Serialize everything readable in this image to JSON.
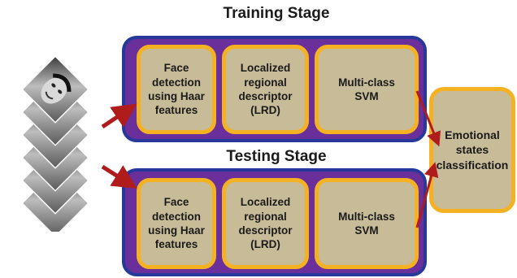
{
  "diagram": {
    "training_title": "Training Stage",
    "testing_title": "Testing Stage",
    "training_steps": [
      "Face\ndetection\nusing Haar\nfeatures",
      "Localized\nregional\ndescriptor\n(LRD)",
      "Multi-class\nSVM"
    ],
    "testing_steps": [
      "Face\ndetection\nusing Haar\nfeatures",
      "Localized\nregional\ndescriptor\n(LRD)",
      "Multi-class\nSVM"
    ],
    "result": "Emotional\nstates\nclassification"
  },
  "colors": {
    "stage_fill": "#6a2f9b",
    "stage_border": "#26399a",
    "step_fill": "#c8bb98",
    "step_border": "#f4b223",
    "arrow": "#b01c1c"
  },
  "icons": {
    "face_stack": "face-image-stack-icon",
    "arrow": "arrow-icon"
  }
}
